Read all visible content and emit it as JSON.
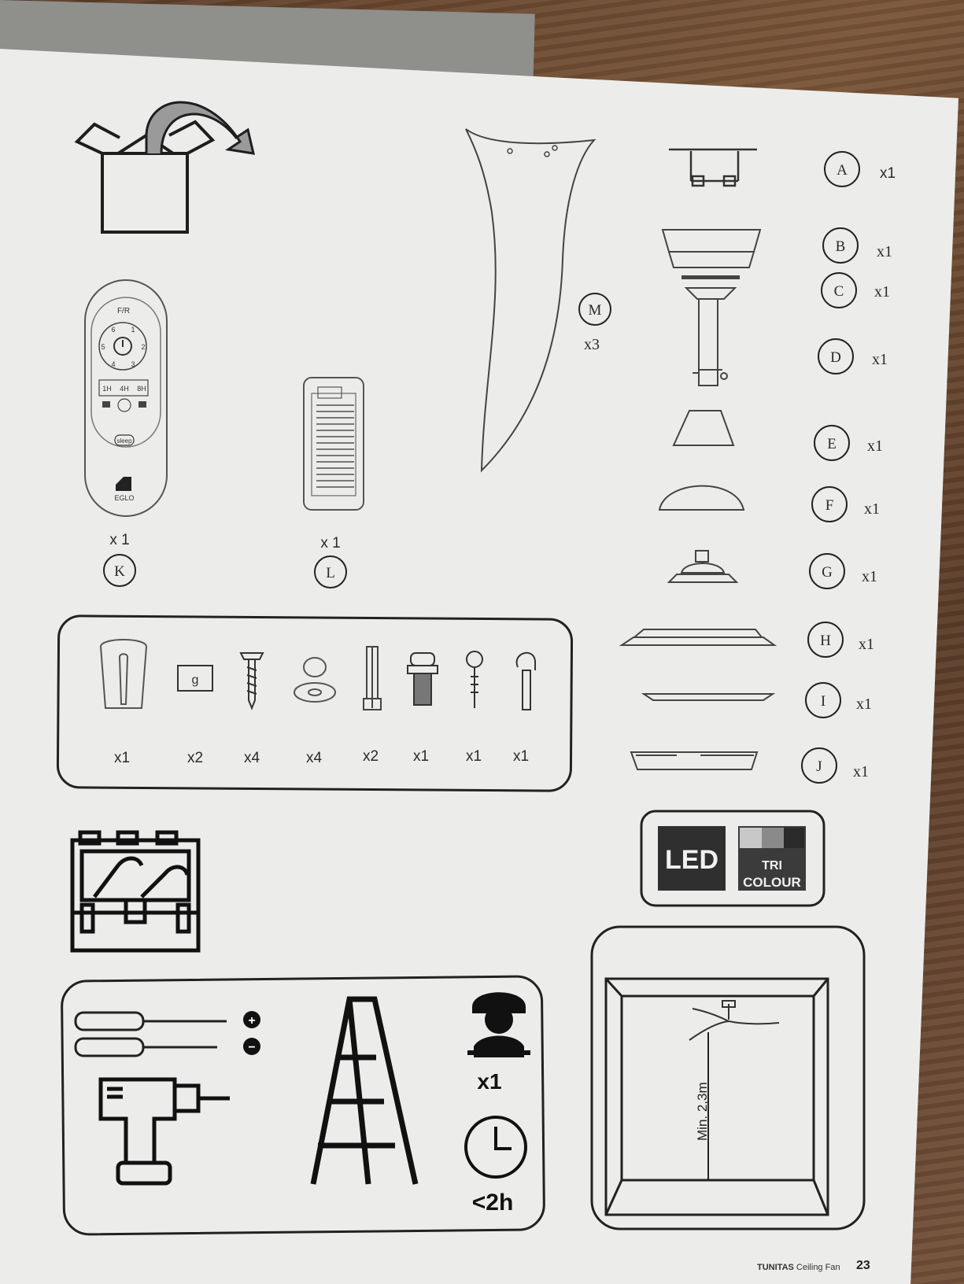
{
  "parts": [
    {
      "letter": "A",
      "qty": "x1"
    },
    {
      "letter": "B",
      "qty": "x1"
    },
    {
      "letter": "C",
      "qty": "x1"
    },
    {
      "letter": "D",
      "qty": "x1"
    },
    {
      "letter": "E",
      "qty": "x1"
    },
    {
      "letter": "F",
      "qty": "x1"
    },
    {
      "letter": "G",
      "qty": "x1"
    },
    {
      "letter": "H",
      "qty": "x1"
    },
    {
      "letter": "I",
      "qty": "x1"
    },
    {
      "letter": "J",
      "qty": "x1"
    }
  ],
  "remote": {
    "letter": "K",
    "qty": "x 1",
    "fr": "F/R",
    "speeds": [
      "1",
      "2",
      "3",
      "4",
      "5",
      "6"
    ],
    "timers": [
      "1H",
      "4H",
      "8H"
    ],
    "sleep": "sleep",
    "brand": "EGLO"
  },
  "receiver": {
    "letter": "L",
    "qty": "x 1"
  },
  "blade": {
    "letter": "M",
    "qty": "x3"
  },
  "hardware": {
    "washer_label": "g",
    "quantities": [
      "x1",
      "x2",
      "x4",
      "x4",
      "x2",
      "x1",
      "x1",
      "x1"
    ]
  },
  "badges": {
    "led": "LED",
    "tri": "TRI",
    "colour": "COLOUR"
  },
  "tools": {
    "plus": "+",
    "minus": "−",
    "installers": "x1",
    "time": "<2h"
  },
  "ceiling": {
    "min_height": "Min. 2,3m"
  },
  "footer": {
    "brand": "TUNITAS",
    "product": "Ceiling Fan",
    "page": "23"
  }
}
